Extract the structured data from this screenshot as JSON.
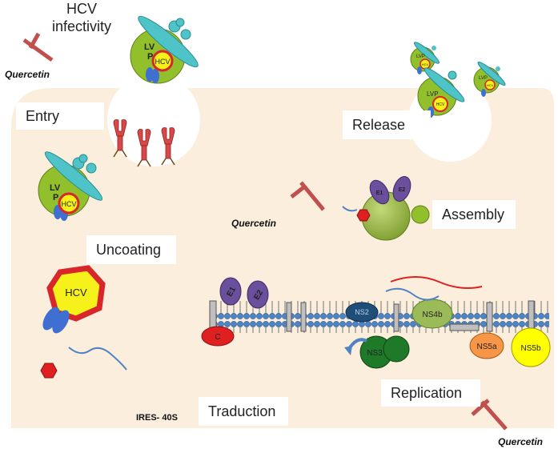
{
  "labels": {
    "hcv_infectivity_line1": "HCV",
    "hcv_infectivity_line2": "infectivity",
    "entry": "Entry",
    "release": "Release",
    "uncoating": "Uncoating",
    "assembly": "Assembly",
    "replication": "Replication",
    "traduction": "Traduction",
    "ires": "IRES- 40S"
  },
  "inhibitor": {
    "quercetin_top_left": "Quercetin",
    "quercetin_assembly": "Quercetin",
    "quercetin_replication": "Quercetin"
  },
  "particles": {
    "lvp_top_line1": "LV",
    "lvp_top_line2": "P",
    "lvp_top_core": "HCV",
    "lvp_entry_line1": "LV",
    "lvp_entry_line2": "P",
    "lvp_entry_core": "HCV",
    "uncoated_core": "HCV",
    "release_lvp_small1": "LVP",
    "release_lvp_small1_core": "HCV",
    "release_lvp_big": "LVP",
    "release_lvp_big_core": "HCV",
    "release_lvp_small2": "LVP",
    "release_lvp_small2_core": "HCV"
  },
  "proteins": {
    "core": "C",
    "e1": "E1",
    "e2": "E2",
    "ns2": "NS2",
    "ns3": "NS3",
    "ns4b": "NS4b",
    "ns5a": "NS5a",
    "ns5b": "NS5b",
    "assembly_e1": "E1",
    "assembly_e2": "E2"
  },
  "colors": {
    "cell": "#fbeedd",
    "lvp_green": "#92c02c",
    "apo_teal": "#4ec3c8",
    "core_red": "#d8262a",
    "core_yellow": "#f6f11a",
    "receptor_red": "#d84848",
    "membrane_blue": "#4f83c4",
    "ns3_green": "#1e7a28",
    "ns4b_green": "#9bbb59",
    "ns5a_orange": "#f79646",
    "ns5b_yellow": "#ffff00",
    "env_purple": "#6a4f9c",
    "inhibitor": "#c0504d"
  }
}
